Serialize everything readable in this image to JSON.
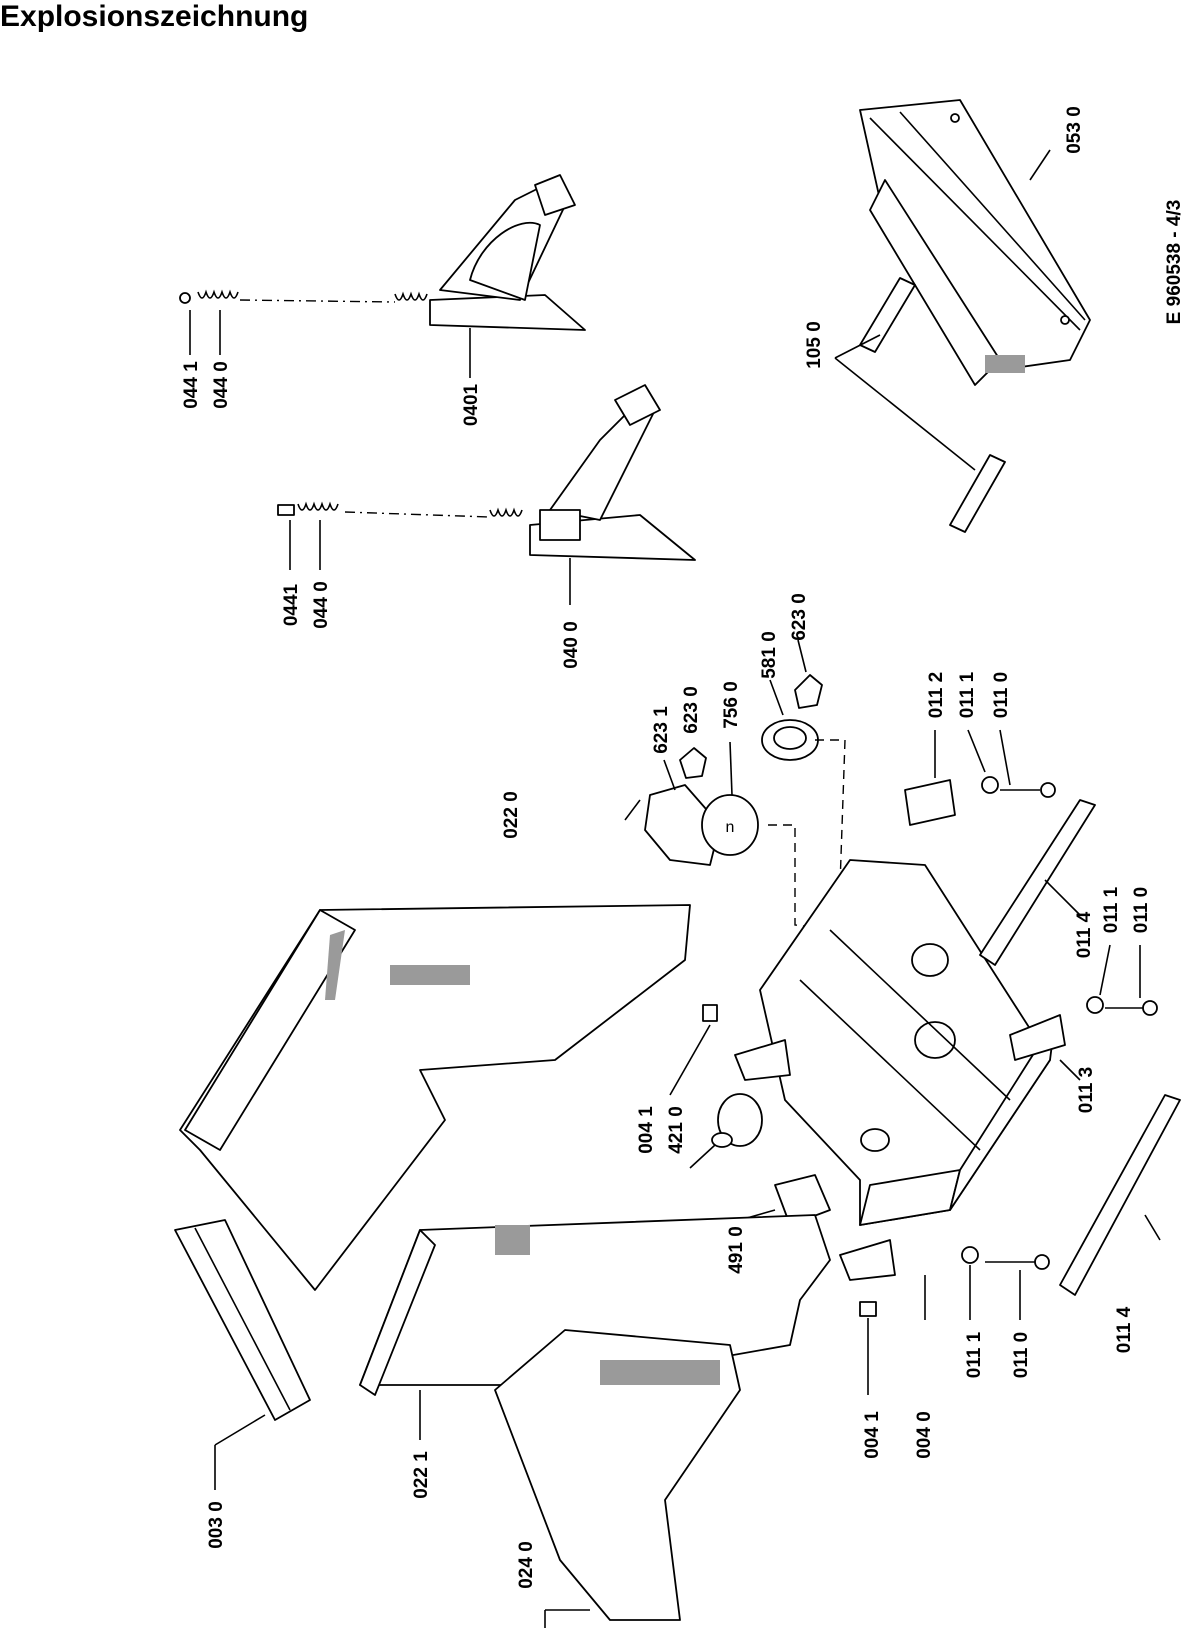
{
  "title": "Explosionszeichnung",
  "doc_code": "E 960538 - 4/3",
  "part_labels": {
    "p0530": "053 0",
    "p1050": "105 0",
    "p0441_top": "044 1",
    "p0440_top": "044 0",
    "p0401": "0401",
    "p0441_mid": "0441",
    "p0440_mid": "044 0",
    "p0400": "040 0",
    "p6230_r": "623 0",
    "p5810": "581 0",
    "p6231": "623 1",
    "p6230_l": "623 0",
    "p7560": "756 0",
    "p0112": "011 2",
    "p0111_a": "011 1",
    "p0110_a": "011 0",
    "p0220": "022 0",
    "p0114_a": "011 4",
    "p0111_b": "011 1",
    "p0110_b": "011 0",
    "p0113": "011 3",
    "p0041_a": "004 1",
    "p4210": "421 0",
    "p4910": "491 0",
    "p0041_b": "004 1",
    "p0040": "004 0",
    "p0111_c": "011 1",
    "p0110_c": "011 0",
    "p0114_b": "011 4",
    "p0030": "003 0",
    "p0221": "022 1",
    "p0240": "024 0"
  }
}
